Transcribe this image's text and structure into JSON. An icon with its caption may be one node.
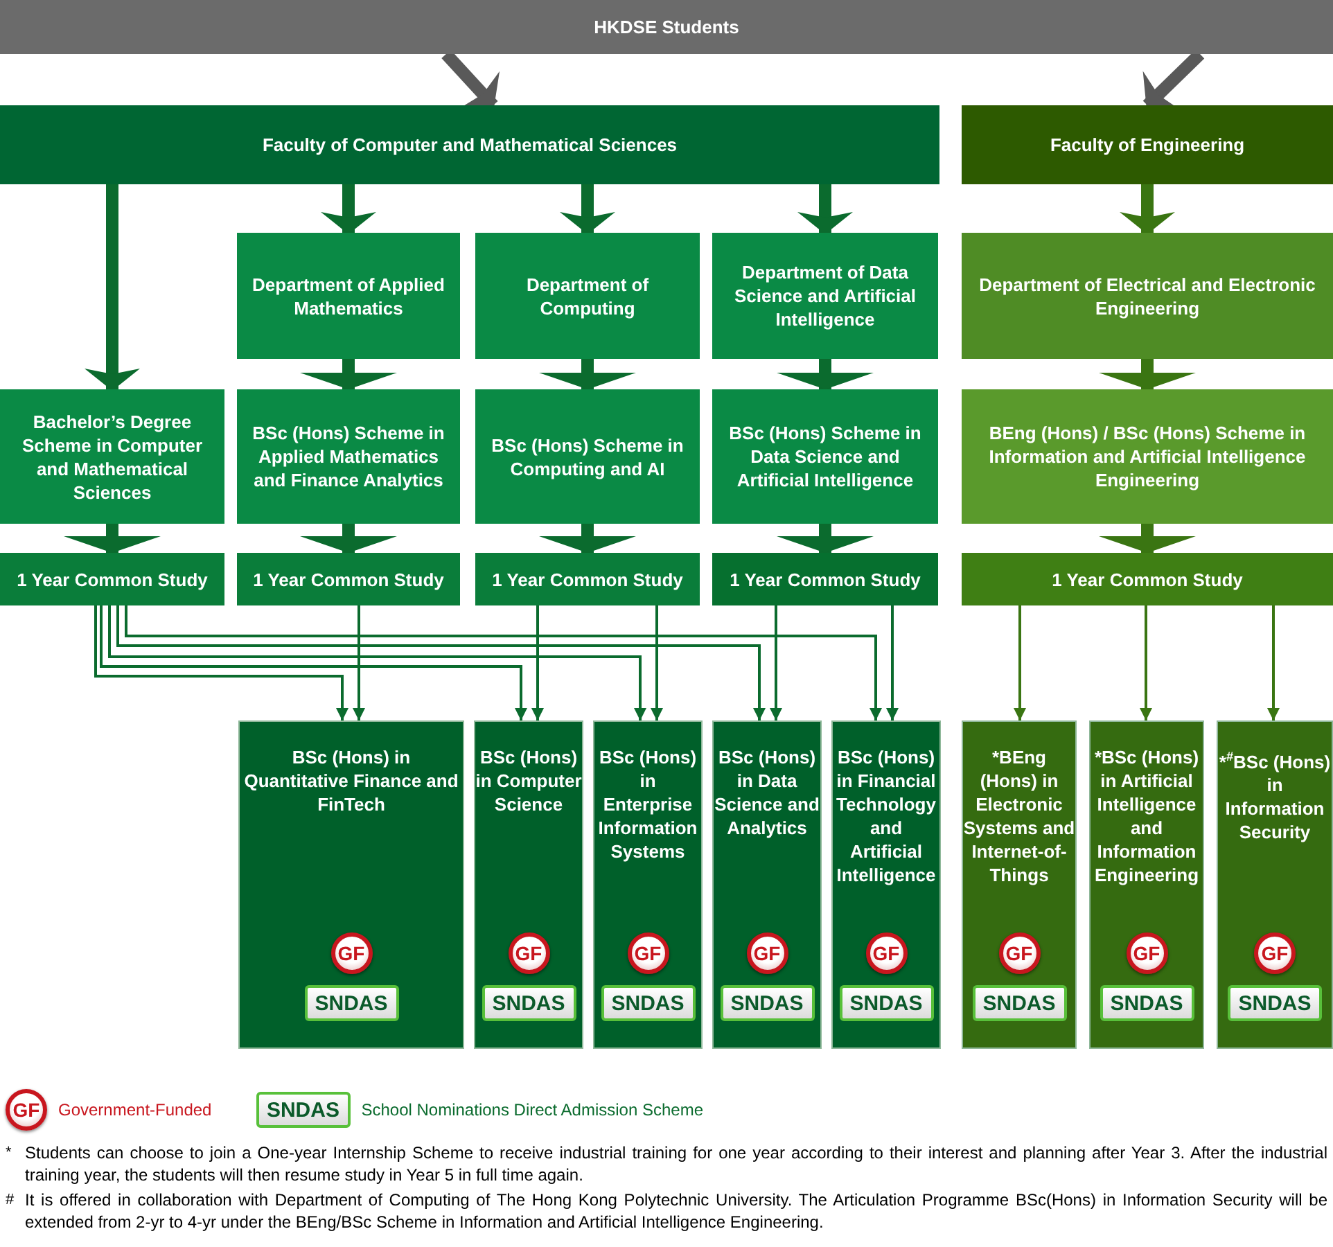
{
  "diagram": {
    "nodes": [
      {
        "text": [
          "HKDSE Students"
        ]
      },
      {
        "text": [
          "Faculty of Computer and Mathematical Sciences"
        ]
      },
      {
        "text": [
          "Faculty of Engineering"
        ]
      },
      {
        "text": [
          "Department of Applied Mathematics"
        ]
      },
      {
        "text": [
          "Department of Computing"
        ]
      },
      {
        "text": [
          "Department of Data Science and Artificial Intelligence"
        ]
      },
      {
        "text": [
          "Department of Electrical and Electronic Engineering"
        ]
      },
      {
        "text": [
          "Bachelor’s Degree Scheme in Computer and Mathematical Sciences"
        ]
      },
      {
        "text": [
          "BSc (Hons) Scheme in Applied Mathematics and Finance Analytics"
        ]
      },
      {
        "text": [
          "BSc (Hons) Scheme in Computing and AI"
        ]
      },
      {
        "text": [
          "BSc (Hons) Scheme in Data Science and Artificial Intelligence"
        ]
      },
      {
        "text": [
          "BEng (Hons) / BSc (Hons) Scheme in Information and Artificial Intelligence Engineering"
        ]
      },
      {
        "text": [
          "1 Year Common Study"
        ]
      },
      {
        "text": [
          "1 Year Common Study"
        ]
      },
      {
        "text": [
          "1 Year Common Study"
        ]
      },
      {
        "text": [
          "1 Year Common Study"
        ]
      },
      {
        "text": [
          "1 Year Common Study"
        ]
      },
      {
        "text": [
          "BSc (Hons) in Quantitative Finance and FinTech",
          "GF",
          "SNDAS"
        ]
      },
      {
        "text": [
          "BSc (Hons) in Computer Science",
          "GF",
          "SNDAS"
        ]
      },
      {
        "text": [
          "BSc (Hons) in Enterprise Information Systems",
          "GF",
          "SNDAS"
        ]
      },
      {
        "text": [
          "BSc (Hons) in Data Science and Analytics",
          "GF",
          "SNDAS"
        ]
      },
      {
        "text": [
          "BSc (Hons) in Financial Technology and Artificial Intelligence",
          "GF",
          "SNDAS"
        ]
      },
      {
        "text": [
          "*BEng (Hons) in Electronic Systems and Internet-of-Things",
          "GF",
          "SNDAS"
        ]
      },
      {
        "text": [
          "*BSc (Hons) in Artificial Intelligence and Information Engineering",
          "GF",
          "SNDAS"
        ]
      },
      {
        "text": [
          "*$^{#}$BSc (Hons) in Information Security",
          "GF",
          "SNDAS"
        ]
      }
    ],
    "edges": [
      {
        "from": 0,
        "to": 1,
        "arrow": "to",
        "color": "#595959"
      },
      {
        "from": 0,
        "to": 2,
        "arrow": "to",
        "color": "#595959"
      },
      {
        "from": 1,
        "to": 7,
        "arrow": "to"
      },
      {
        "from": 1,
        "to": 3,
        "arrow": "to"
      },
      {
        "from": 1,
        "to": 4,
        "arrow": "to"
      },
      {
        "from": 1,
        "to": 5,
        "arrow": "to"
      },
      {
        "from": 2,
        "to": 6,
        "arrow": "to",
        "color": "#3a7512"
      },
      {
        "from": 3,
        "to": 8,
        "arrow": "to"
      },
      {
        "from": 4,
        "to": 9,
        "arrow": "to"
      },
      {
        "from": 5,
        "to": 10,
        "arrow": "to"
      },
      {
        "from": 6,
        "to": 11,
        "arrow": "to",
        "color": "#3a7512"
      },
      {
        "from": 7,
        "to": 12,
        "arrow": "to"
      },
      {
        "from": 8,
        "to": 13,
        "arrow": "to"
      },
      {
        "from": 9,
        "to": 14,
        "arrow": "to"
      },
      {
        "from": 10,
        "to": 15,
        "arrow": "to"
      },
      {
        "from": 11,
        "to": 16,
        "arrow": "to",
        "color": "#3a7512"
      },
      {
        "from": 12,
        "to": 17,
        "arrow": "to"
      },
      {
        "from": 12,
        "to": 18,
        "arrow": "to"
      },
      {
        "from": 12,
        "to": 19,
        "arrow": "to"
      },
      {
        "from": 12,
        "to": 20,
        "arrow": "to"
      },
      {
        "from": 12,
        "to": 21,
        "arrow": "to"
      },
      {
        "from": 13,
        "to": 17,
        "arrow": "to"
      },
      {
        "from": 14,
        "to": 18,
        "arrow": "to"
      },
      {
        "from": 14,
        "to": 19,
        "arrow": "to"
      },
      {
        "from": 15,
        "to": 20,
        "arrow": "to"
      },
      {
        "from": 15,
        "to": 21,
        "arrow": "to"
      },
      {
        "from": 16,
        "to": 22,
        "arrow": "to",
        "color": "#3a7512"
      },
      {
        "from": 16,
        "to": 23,
        "arrow": "to",
        "color": "#3a7512"
      },
      {
        "from": 16,
        "to": 24,
        "arrow": "to",
        "color": "#3a7512"
      }
    ],
    "labels": [
      "GF",
      "SNDAS",
      "*",
      "Students can choose to join a One-year Internship Scheme to receive industrial training for one year according to their interest and planning after Year 3.  After the industrial training year, the students will then resume study in Year 5 in full time again.",
      "#",
      "It is offered in collaboration with Department of Computing of The Hong Kong Polytechnic University.  The Articulation Programme BSc(Hons) in Information Security will be extended from 2-yr to 4-yr under the BEng/BSc Scheme in Information and Artificial Intelligence Engineering."
    ],
    "legend": [
      {
        "text": "Government-Funded"
      },
      {
        "text": "School Nominations Direct Admission Scheme"
      }
    ]
  }
}
